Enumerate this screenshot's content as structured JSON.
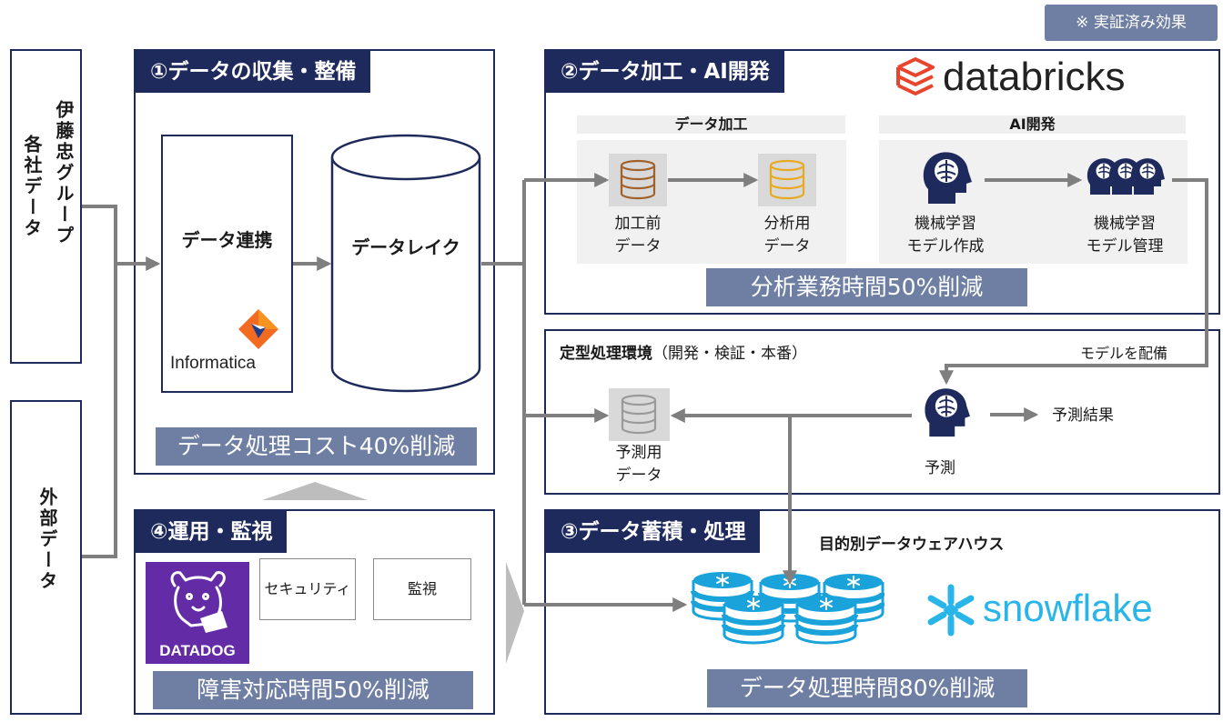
{
  "proven_effect_label": "※ 実証済み効果",
  "sources": {
    "itochu_group_line1": "伊藤忠グループ",
    "itochu_group_line2": "各社データ",
    "external_data": "外部データ"
  },
  "section1": {
    "title": "①データの収集・整備",
    "integration_label": "データ連携",
    "informatica_logo": "Informatica",
    "datalake_label": "データレイク",
    "effect": "データ処理コスト40%削減"
  },
  "section2": {
    "title": "②データ加工・AI開発",
    "databricks_logo": "databricks",
    "processing_header": "データ加工",
    "ai_header": "AI開発",
    "raw_data_l1": "加工前",
    "raw_data_l2": "データ",
    "analysis_data_l1": "分析用",
    "analysis_data_l2": "データ",
    "ml_create_l1": "機械学習",
    "ml_create_l2": "モデル作成",
    "ml_manage_l1": "機械学習",
    "ml_manage_l2": "モデル管理",
    "effect": "分析業務時間50%削減"
  },
  "routine": {
    "title_bold": "定型処理環境",
    "title_rest": "（開発・検証・本番）",
    "deploy_label": "モデルを配備",
    "pred_data_l1": "予測用",
    "pred_data_l2": "データ",
    "predict_label": "予測",
    "result_label": "予測結果"
  },
  "section3": {
    "title": "③データ蓄積・処理",
    "dwh_label": "目的別データウェアハウス",
    "snowflake_logo": "snowflake",
    "effect": "データ処理時間80%削減"
  },
  "section4": {
    "title": "④運用・監視",
    "datadog_logo": "DATADOG",
    "security_label": "セキュリティ",
    "monitoring_label": "監視",
    "effect": "障害対応時間50%削減"
  },
  "colors": {
    "navy": "#1f2a5c",
    "badge": "#6f7fa3",
    "arrow": "#7f7f7f",
    "brown_db": "#a0622a",
    "gold_db": "#e8a820",
    "snowflake_blue": "#1aa3db",
    "databricks_red": "#e8452c",
    "datadog_purple": "#632ca6",
    "informatica_orange": "#f26b21"
  }
}
